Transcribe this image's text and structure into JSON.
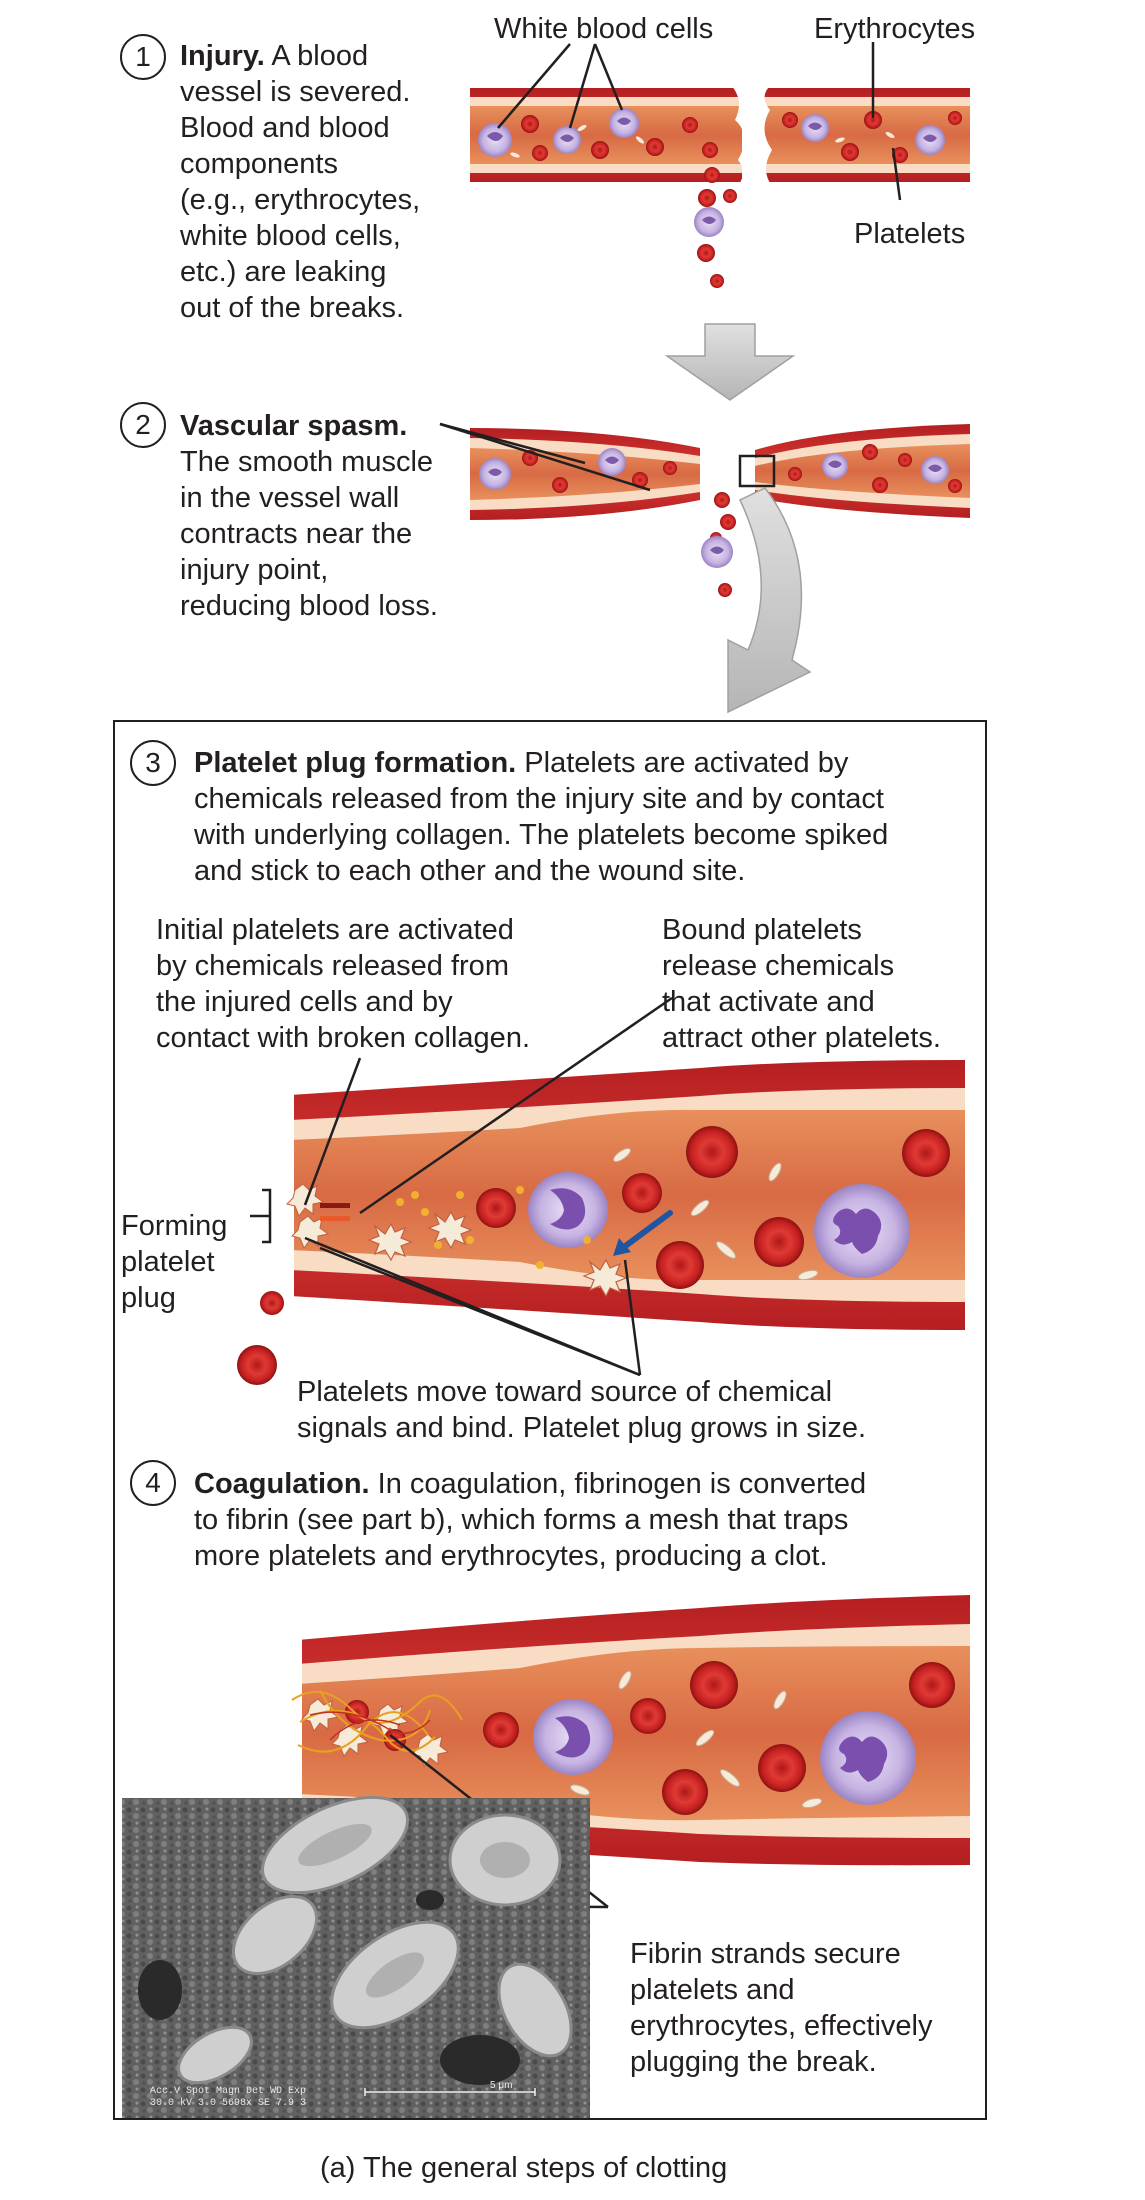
{
  "steps": [
    {
      "number": "1",
      "title": "Injury.",
      "lines": [
        " A blood",
        "vessel is severed.",
        "Blood and blood",
        "components",
        "(e.g., erythrocytes,",
        "white blood cells,",
        "etc.) are leaking",
        "out of the breaks."
      ]
    },
    {
      "number": "2",
      "title": "Vascular spasm.",
      "lines": [
        "The smooth muscle",
        "in the vessel wall",
        "contracts near the",
        "injury point,",
        "reducing blood loss."
      ]
    },
    {
      "number": "3",
      "title": "Platelet plug formation.",
      "lines": [
        " Platelets are activated by",
        "chemicals released from the injury site and by contact",
        "with underlying collagen. The platelets become spiked",
        "and stick to each other and the wound site."
      ]
    },
    {
      "number": "4",
      "title": "Coagulation.",
      "lines": [
        " In coagulation, fibrinogen is converted",
        "to fibrin (see part b), which forms a mesh that traps",
        "more platelets and erythrocytes, producing a clot."
      ]
    }
  ],
  "labels": {
    "white_blood_cells": "White blood cells",
    "erythrocytes": "Erythrocytes",
    "platelets": "Platelets",
    "initial_platelets": [
      "Initial platelets are activated",
      "by chemicals released from",
      "the injured cells and by",
      "contact with broken collagen."
    ],
    "bound_platelets": [
      "Bound platelets",
      "release chemicals",
      "that activate and",
      "attract other platelets."
    ],
    "forming_plug": [
      "Forming",
      "platelet",
      "plug"
    ],
    "platelets_move": [
      "Platelets move toward source of chemical",
      "signals and bind. Platelet plug grows in size."
    ],
    "fibrin_strands": [
      "Fibrin strands secure",
      "platelets and",
      "erythrocytes, effectively",
      "plugging the break."
    ]
  },
  "sem_scale": [
    "Acc.V  Spot Magn    Det  WD  Exp",
    "30.0 kV 3.0  5698x    SE  7.9  3"
  ],
  "sem_scale_bar": "5 μm",
  "caption": "(a) The general steps of clotting",
  "colors": {
    "vessel_outer": "#c8282a",
    "vessel_inner": "#fbe3cf",
    "blood": "#e07a52",
    "erythrocyte": "#d42a2a",
    "wbc": "#b7a0d8",
    "arrow": "#c8c8c8",
    "signal_arrow": "#2255a0"
  }
}
